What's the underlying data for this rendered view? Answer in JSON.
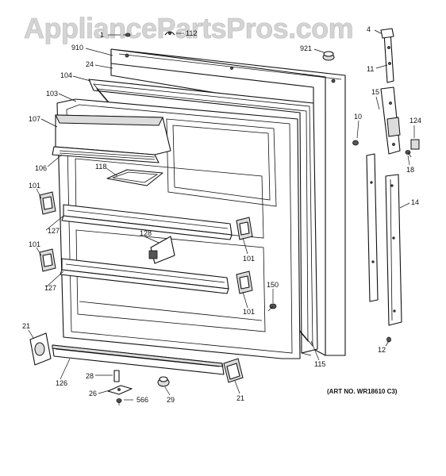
{
  "watermark": "AppliancePartsPros.com",
  "art_number": "(ART NO. WR18610 C3)",
  "callouts": {
    "c1": "1",
    "c112": "112",
    "c910": "910",
    "c24": "24",
    "c104": "104",
    "c103": "103",
    "c107": "107",
    "c106": "106",
    "c118": "118",
    "c101a": "101",
    "c101b": "101",
    "c101c": "101",
    "c101d": "101",
    "c127a": "127",
    "c127b": "127",
    "c128": "128",
    "c150": "150",
    "c21a": "21",
    "c21b": "21",
    "c126": "126",
    "c28": "28",
    "c26": "26",
    "c566": "566",
    "c29": "29",
    "c115": "115",
    "c921": "921",
    "c4": "4",
    "c11": "11",
    "c15": "15",
    "c10": "10",
    "c124": "124",
    "c18": "18",
    "c14": "14",
    "c12": "12"
  }
}
